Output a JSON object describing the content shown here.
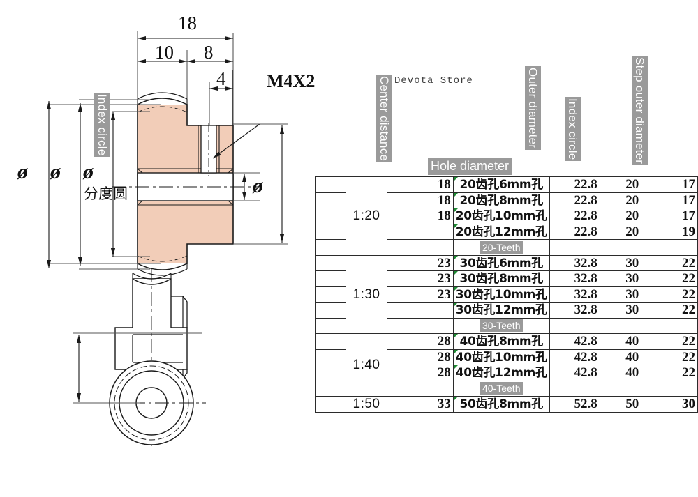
{
  "watermark": "Devota Store",
  "drawing": {
    "title_dims": {
      "total_width": "18",
      "hub_len": "10",
      "boss_len": "8",
      "screw_offset": "4",
      "thread_note": "M4X2"
    },
    "left_labels": {
      "phi_outer": "ø",
      "phi_index_outer": "ø",
      "phi_index": "ø",
      "index_circle_en": "Index circle",
      "index_circle_cn": "分度圆"
    },
    "right_labels": {
      "phi_bore": "ø"
    }
  },
  "table": {
    "headers": {
      "center_distance": "Center distance",
      "hole_diameter": "Hole diameter",
      "outer_diameter": "Outer diameter",
      "index_circle": "Index circle",
      "step_outer_diameter": "Step outer diameter"
    },
    "groups": [
      {
        "ratio": "1:20",
        "badge": "20-Teeth",
        "rows": [
          {
            "center": "18",
            "hole": "20齿孔6mm孔",
            "outer": "22.8",
            "index": "20",
            "step": "17"
          },
          {
            "center": "18",
            "hole": "20齿孔8mm孔",
            "outer": "22.8",
            "index": "20",
            "step": "17"
          },
          {
            "center": "18",
            "hole": "20齿孔10mm孔",
            "outer": "22.8",
            "index": "20",
            "step": "17"
          },
          {
            "center": "",
            "hole": "20齿孔12mm孔",
            "outer": "22.8",
            "index": "20",
            "step": "19"
          }
        ]
      },
      {
        "ratio": "1:30",
        "badge": "30-Teeth",
        "rows": [
          {
            "center": "23",
            "hole": "30齿孔6mm孔",
            "outer": "32.8",
            "index": "30",
            "step": "22"
          },
          {
            "center": "23",
            "hole": "30齿孔8mm孔",
            "outer": "32.8",
            "index": "30",
            "step": "22"
          },
          {
            "center": "23",
            "hole": "30齿孔10mm孔",
            "outer": "32.8",
            "index": "30",
            "step": "22"
          },
          {
            "center": "",
            "hole": "30齿孔12mm孔",
            "outer": "32.8",
            "index": "30",
            "step": "22"
          }
        ]
      },
      {
        "ratio": "1:40",
        "badge": "40-Teeth",
        "rows": [
          {
            "center": "28",
            "hole": "40齿孔8mm孔",
            "outer": "42.8",
            "index": "40",
            "step": "22"
          },
          {
            "center": "28",
            "hole": "40齿孔10mm孔",
            "outer": "42.8",
            "index": "40",
            "step": "22"
          },
          {
            "center": "28",
            "hole": "40齿孔12mm孔",
            "outer": "42.8",
            "index": "40",
            "step": "22"
          }
        ]
      },
      {
        "ratio": "1:50",
        "badge": "",
        "rows": [
          {
            "center": "33",
            "hole": "50齿孔8mm孔",
            "outer": "52.8",
            "index": "50",
            "step": "30"
          }
        ]
      }
    ]
  },
  "colors": {
    "gear_fill": "#f2cdb8",
    "line": "#1a1a1a",
    "header_bg": "#9a9a9a",
    "marker_green": "#1d8a33"
  }
}
